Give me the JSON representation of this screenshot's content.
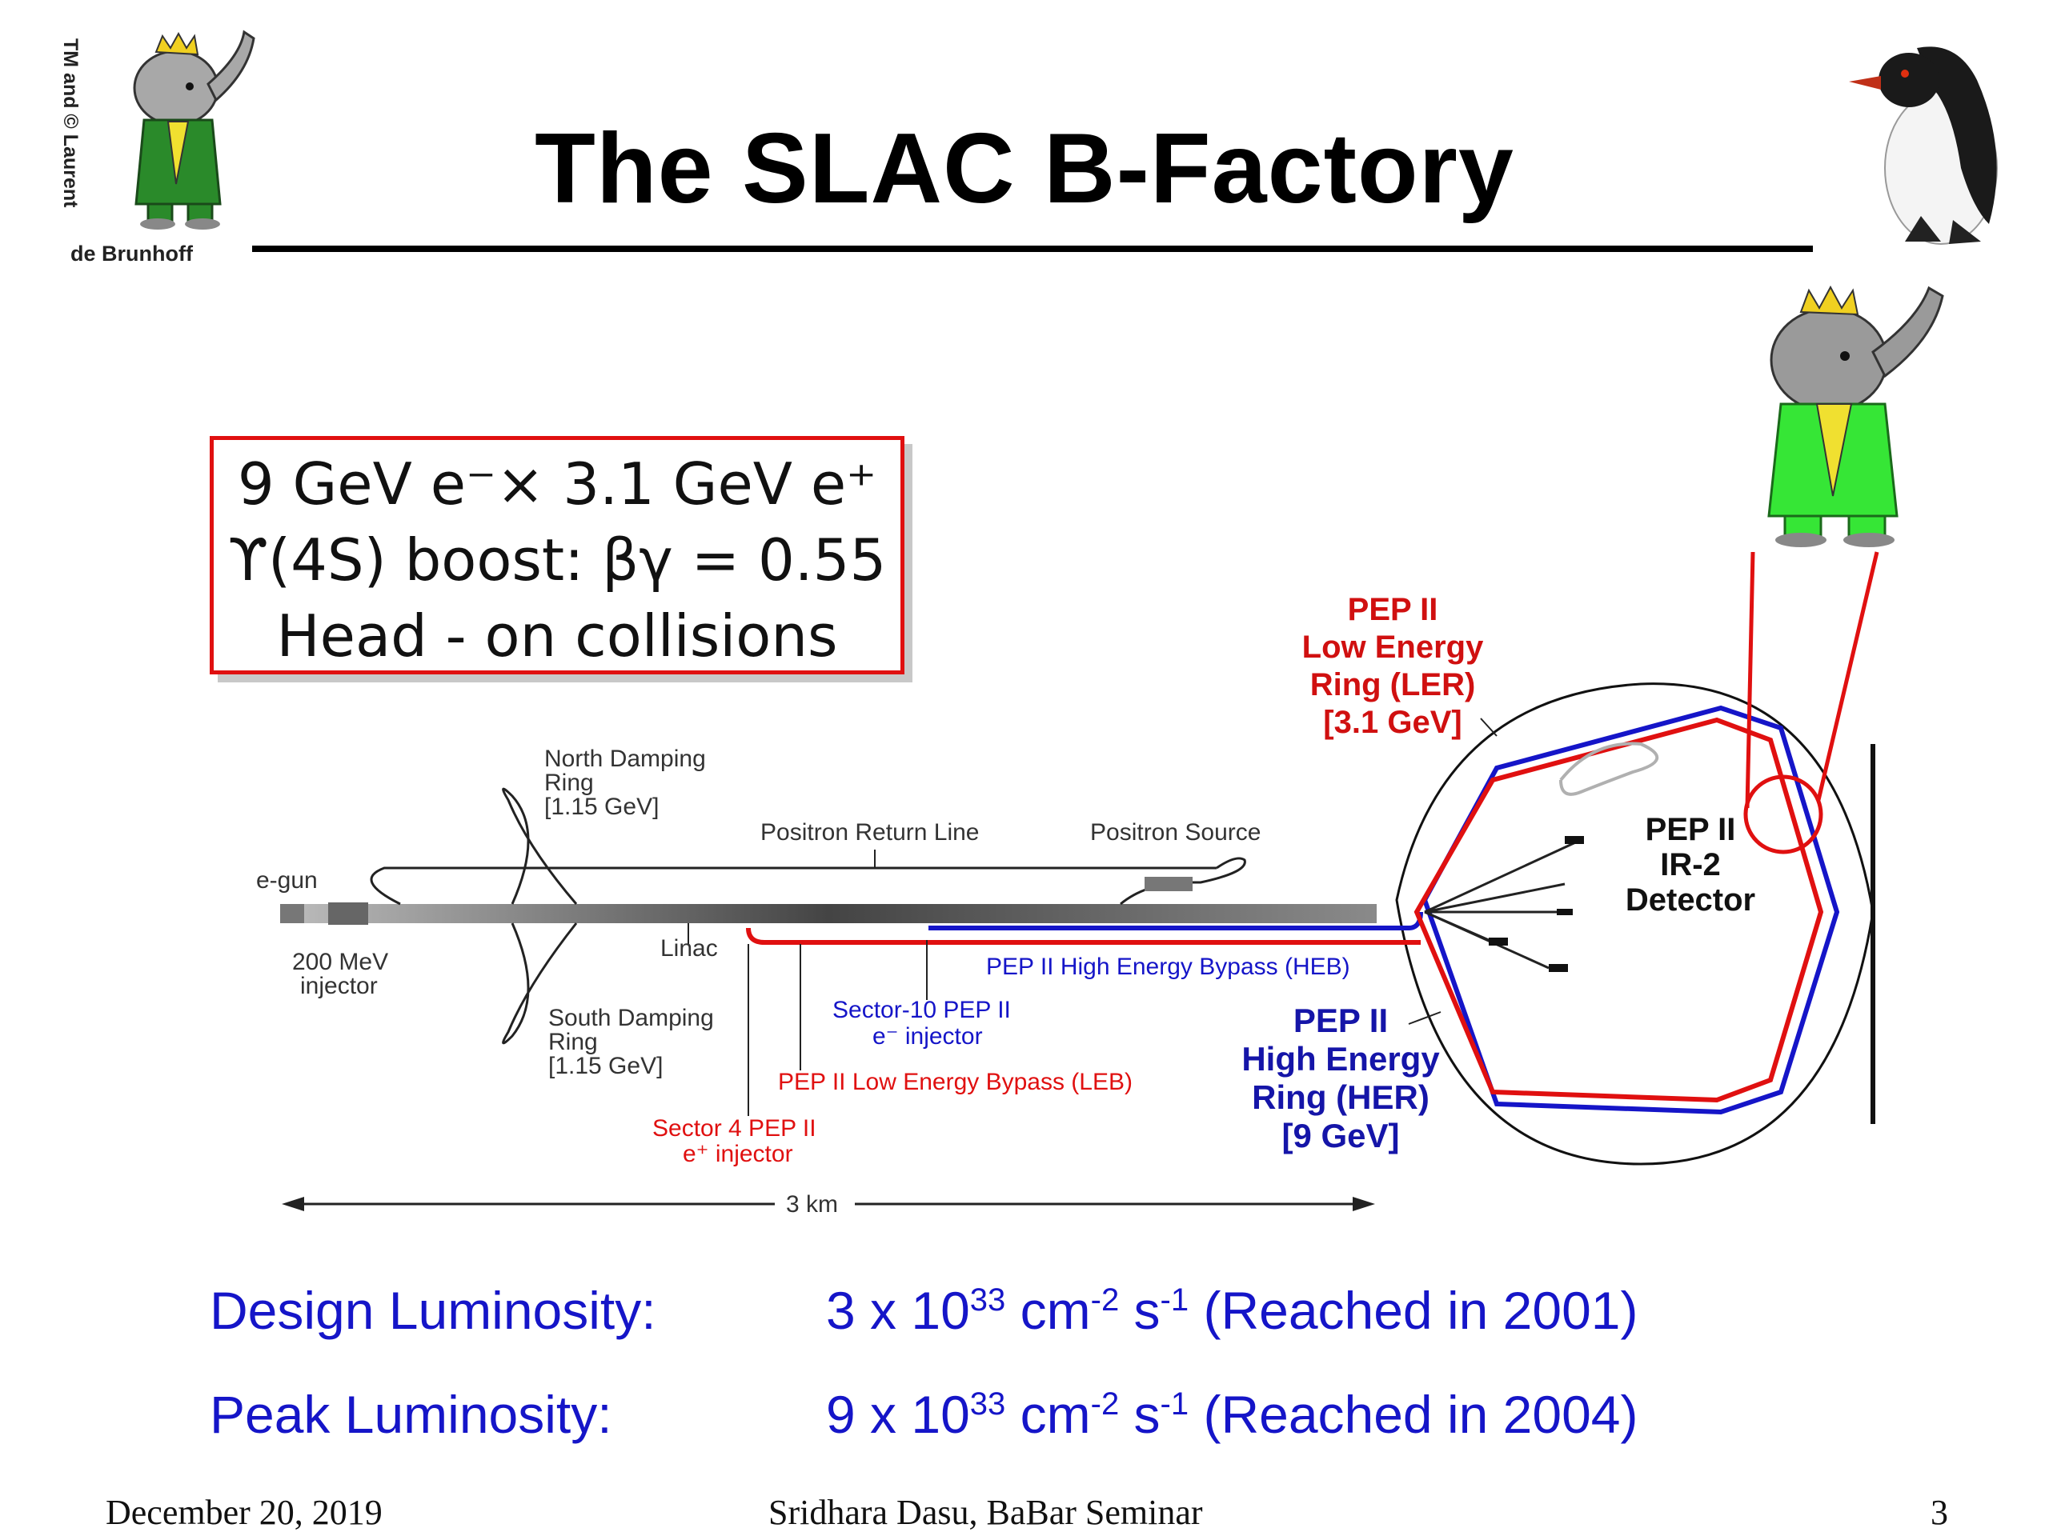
{
  "slide": {
    "title": "The SLAC B-Factory",
    "copyright_vertical": "TM and © Laurent",
    "copyright_name": "de Brunhoff"
  },
  "params": {
    "line1": "9 GeV e⁻×  3.1 GeV e⁺",
    "line2": "ϒ(4S) boost: βγ = 0.55",
    "line3": "Head - on collisions"
  },
  "diagram": {
    "north_damping_ring": [
      "North Damping",
      "Ring",
      "[1.15 GeV]"
    ],
    "south_damping_ring": [
      "South Damping",
      "Ring",
      "[1.15 GeV]"
    ],
    "positron_return_line": "Positron Return Line",
    "positron_source": "Positron Source",
    "e_gun": "e-gun",
    "injector_200": [
      "200 MeV",
      "injector"
    ],
    "linac": "Linac",
    "heb": "PEP II High Energy Bypass (HEB)",
    "sector10": [
      "Sector-10 PEP II",
      "e⁻ injector"
    ],
    "leb": "PEP II Low Energy Bypass (LEB)",
    "sector4": [
      "Sector 4 PEP II",
      "e⁺ injector"
    ],
    "distance": "3 km",
    "ler": [
      "PEP II",
      "Low Energy",
      "Ring (LER)",
      "[3.1 GeV]"
    ],
    "her": [
      "PEP II",
      "High Energy",
      "Ring (HER)",
      "[9 GeV]"
    ],
    "detector": [
      "PEP II",
      "IR-2",
      "Detector"
    ]
  },
  "luminosity": {
    "design_label": "Design Luminosity:",
    "design_value": "3 x 10",
    "design_exp": "33",
    "design_note": "(Reached in 2001)",
    "peak_label": "Peak Luminosity:",
    "peak_value": "9 x 10",
    "peak_exp": "33",
    "peak_note": "(Reached in 2004)",
    "unit_cm": "cm",
    "unit_cm_exp": "-2",
    "unit_s": "s",
    "unit_s_exp": "-1"
  },
  "footer": {
    "date": "December 20, 2019",
    "author": "Sridhara Dasu, BaBar Seminar",
    "page": "3"
  },
  "colors": {
    "red": "#e01010",
    "blue": "#1515c8",
    "elephant_green": "#2a8a2a",
    "elephant_bright_green": "#36e636"
  }
}
